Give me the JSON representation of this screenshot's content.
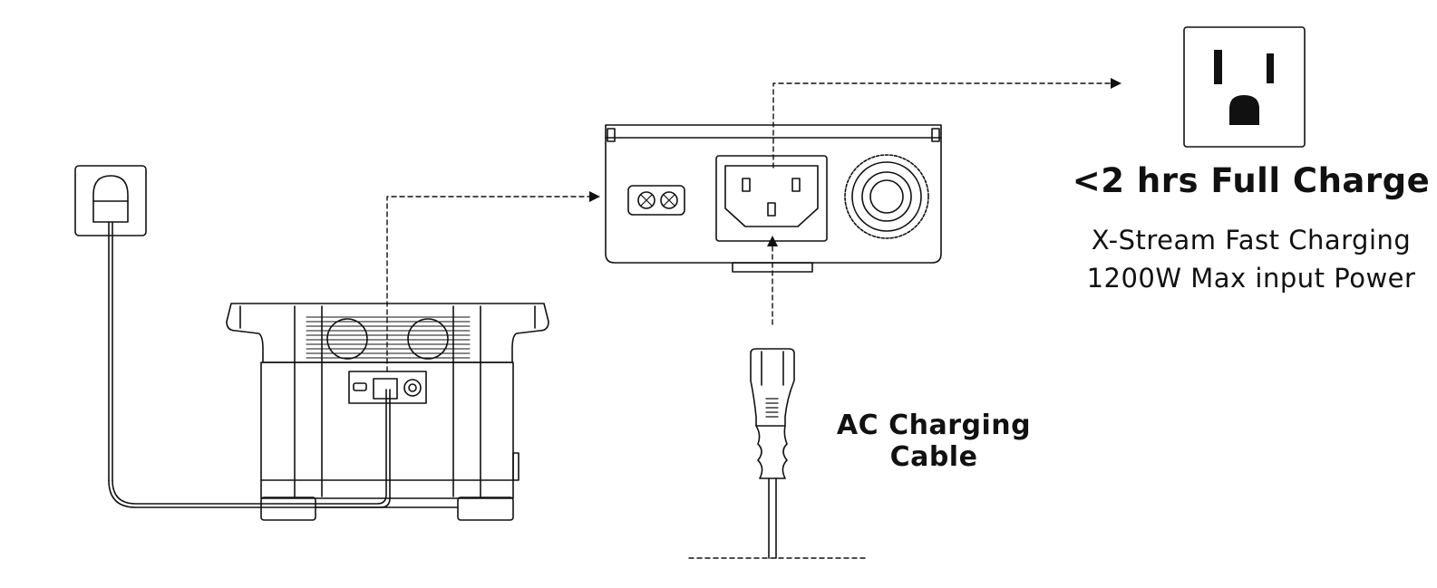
{
  "texts": {
    "charge_time": "<2 hrs Full Charge",
    "feature_line_1": "X-Stream Fast Charging",
    "feature_line_2": "1200W Max input Power",
    "cable_label_line_1": "AC Charging",
    "cable_label_line_2": "Cable"
  },
  "colors": {
    "line": "#111111",
    "background": "#ffffff"
  }
}
